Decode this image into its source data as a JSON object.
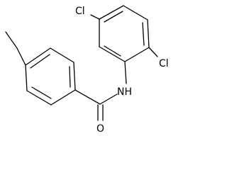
{
  "molecule": {
    "atoms": {
      "cl_top": "Cl",
      "cl_right": "Cl",
      "nh": "NH",
      "o": "O"
    }
  }
}
